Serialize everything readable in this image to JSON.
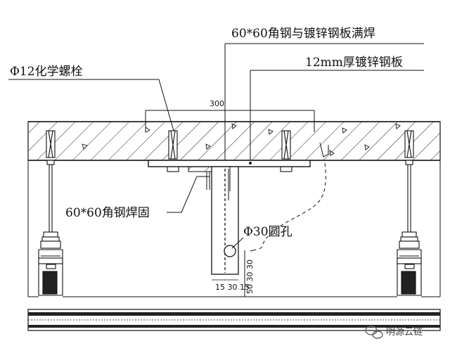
{
  "labels": {
    "angle_plate_weld": "60*60角钢与镀锌钢板满焊",
    "galvanized_plate": "12mm厚镀锌钢板",
    "chemical_bolt": "Φ12化学螺栓",
    "angle_weld_fix": "60*60角钢焊固",
    "round_hole": "Φ30圆孔"
  },
  "dimensions": {
    "plate_width": "300",
    "vertical_dims": "50 30 30",
    "bottom_dims": "15 30 15"
  },
  "watermark": {
    "text": "明源云链",
    "icon": "wechat-icon"
  },
  "colors": {
    "line": "#111111",
    "watermark": "#666666"
  }
}
